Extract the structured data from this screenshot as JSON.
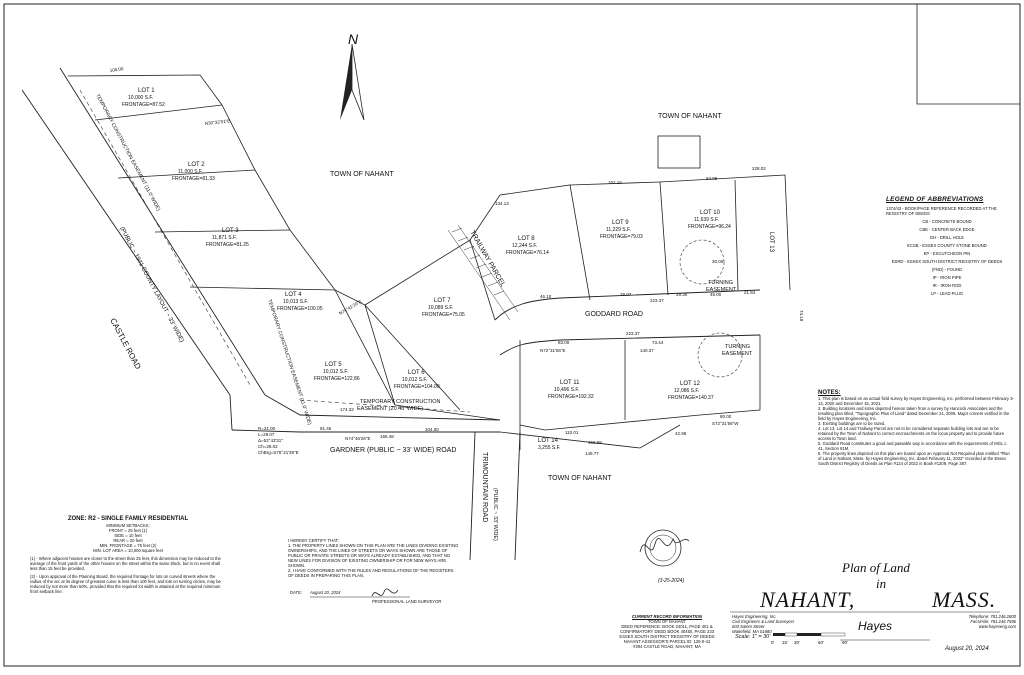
{
  "title": {
    "line1": "Plan of Land",
    "line2": "in",
    "town": "NAHANT,",
    "state": "MASS."
  },
  "date": "August 20, 2024",
  "north_label": "N",
  "town_labels": [
    "TOWN OF NAHANT",
    "TOWN OF NAHANT",
    "TOWN OF NAHANT"
  ],
  "roads": {
    "castle": [
      "CASTLE ROAD",
      "(PUBLIC ~ 1941 COUNTY LAYOUT ~ 33' WIDE)"
    ],
    "goddard": "GODDARD ROAD",
    "gardner": "GARDNER (PUBLIC ~ 33' WIDE) ROAD",
    "trimountain": [
      "TRIMOUNTAIN ROAD",
      "(PUBLIC ~ 33' WIDE)"
    ]
  },
  "lots": [
    {
      "name": "LOT 1",
      "area": "10,000 S.F.",
      "frontage": "FRONTAGE=87.52"
    },
    {
      "name": "LOT 2",
      "area": "11,000 S.F.",
      "frontage": "FRONTAGE=81.33"
    },
    {
      "name": "LOT 3",
      "area": "11,871 S.F.",
      "frontage": "FRONTAGE=81.25"
    },
    {
      "name": "LOT 4",
      "area": "10,013 S.F.",
      "frontage": "FRONTAGE=100.05"
    },
    {
      "name": "LOT 5",
      "area": "10,012 S.F.",
      "frontage": "FRONTAGE=122.86"
    },
    {
      "name": "LOT 6",
      "area": "10,012 S.F.",
      "frontage": "FRONTAGE=104.00"
    },
    {
      "name": "LOT 7",
      "area": "10,089 S.F.",
      "frontage": "FRONTAGE=75.05"
    },
    {
      "name": "LOT 8",
      "area": "12,244 S.F.",
      "frontage": "FRONTAGE=76.14"
    },
    {
      "name": "LOT 9",
      "area": "11,229 S.F.",
      "frontage": "FRONTAGE=79.03"
    },
    {
      "name": "LOT 10",
      "area": "11,639 S.F.",
      "frontage": "FRONTAGE=96.24"
    },
    {
      "name": "LOT 11",
      "area": "10,496 S.F.",
      "frontage": "FRONTAGE=192.32"
    },
    {
      "name": "LOT 12",
      "area": "12,086 S.F.",
      "frontage": "FRONTAGE=140.37"
    },
    {
      "name": "LOT 13",
      "area": "",
      "frontage": ""
    },
    {
      "name": "LOT 14",
      "area": "3,255 S.F.",
      "frontage": ""
    }
  ],
  "parcel_label": "TRAILWAY PARCEL",
  "easements": {
    "temp_castle": "TEMPORARY CONSTRUCTION EASEMENT (11.0' WIDE)",
    "temp_lot4": "TEMPORARY CONSTRUCTION EASEMENT (11.0' WIDE)",
    "temp_gardner": [
      "TEMPORARY CONSTRUCTION",
      "EASEMENT (20.48' WIDE)"
    ],
    "turning_upper": [
      "TURNING",
      "EASEMENT"
    ],
    "turning_lower": [
      "TURNING",
      "EASEMENT"
    ]
  },
  "dimensions": [
    "100.00",
    "102.10",
    "94.05",
    "228.02",
    "134.13",
    "223.37",
    "223.37",
    "79.07",
    "46.10",
    "165.48",
    "174.32",
    "104.00",
    "110.01",
    "152.99",
    "149.77",
    "80.00",
    "83.00",
    "140.37",
    "42.98",
    "73.44",
    "81.46",
    "45.00",
    "30.00",
    "21.84",
    "29.30",
    "74.18"
  ],
  "bearings": [
    "N74°46'26\"E",
    "N72°31'56\"E",
    "S72°31'56\"W",
    "N30°32'01\"E",
    "N74°41'20\"E"
  ],
  "curve_data": [
    "R=31.00",
    "L=29.07",
    "Δ=53°43'31\"",
    "Ch=28.02",
    "ChBrg=S78°21'39\"E"
  ],
  "legend": {
    "title": "LEGEND OF ABBREVIATIONS",
    "items": [
      "1374/43 - BOOK/PAGE REFERENCE RECORDED AT THE REGISTRY OF DEEDS",
      "CB - CONCRETE BOUND",
      "CBE - CENTER BACK EDGE",
      "DH - DRILL HOLE",
      "ECSB - ESSEX COUNTY STONE BOUND",
      "EP - ESCUTCHEON PIN",
      "ESRD - ESSEX SOUTH DISTRICT REGISTRY OF DEEDS",
      "(FND) - FOUND",
      "IP - IRON PIPE",
      "IR - IRON ROD",
      "LP - LEAD PLUG"
    ]
  },
  "notes": {
    "title": "NOTES:",
    "items": [
      "1. This plan is based on an actual field survey by Hayes Engineering, Inc. performed between February 3-14, 2020 and December 15, 2021.",
      "2. Building locations and sizes depicted hereon taken from a survey by Hancock Associates and the resulting plan titled, \"Topographic Plan of Land\" dated December 21, 2005. Major corners verified in the field by Hayes Engineering, Inc.",
      "3. Existing buildings are to be razed.",
      "4. Lot 13, Lot 14 and Trailway Parcel are not to be considered separate building lots and are to be retained by the Town of Nahant to correct encroachments on the locus property and to provide future access to Town land.",
      "5. Goddard Road constitutes a good and passable way in accordance with the requirements of MGL c. 41, Section 81M.",
      "6. The property lines depicted on this plan are based upon an Approval Not Required plan entitled \"Plan of Land in Nahant, Mass. by Hayes Engineering, Inc. dated February 11, 2022\" recorded at the Essex South District Registry of Deeds as Plan #124 of 2022 in Book #1309, Page 387."
    ]
  },
  "zone": {
    "title": "ZONE: R2 - SINGLE FAMILY RESIDENTIAL",
    "lines": [
      "MINIMUM SETBACKS:",
      "FRONT = 25 feet (1)",
      "SIDE = 10 feet",
      "REAR = 20 feet",
      "MIN. FRONTAGE = 75 feet (2)",
      "MIN. LOT AREA = 10,000 square feet"
    ],
    "notes": [
      "(1) - Where adjacent houses are closer to the street than 25 feet, this dimension may be reduced to the average of the front yards of the other houses on the street within the same block, but in no event shall less than 15 feet be provided.",
      "(2) - Upon approval of the Planning Board, the required frontage for lots on curved streets where the radius of the arc at its degree of greatest curve is less than 100 feet, and lots on turning circles, may be reduced by not more than 50%, provided that the required lot width is attained at the required minimum front setback line."
    ]
  },
  "certification": {
    "lines": [
      "I HEREBY CERTIFY THAT:",
      "1. THE PROPERTY LINES SHOWN ON THIS PLAN ARE THE LINES DIVIDING EXISTING OWNERSHIPS, AND THE LINES OF STREETS OR WAYS SHOWN ARE THOSE OF PUBLIC OR PRIVATE STREETS OR WAYS ALREADY ESTABLISHED, AND THAT NO NEW LINES FOR DIVISION OF EXISTING OWNERSHIP OR FOR NEW WAYS ARE SHOWN.",
      "2. I HAVE CONFORMED WITH THE RULES AND REGULATIONS OF THE REGISTERS OF DEEDS IN PREPARING THIS PLAN."
    ],
    "date_label": "DATE:",
    "date_value": "August 20, 2024",
    "signer": "PROFESSIONAL LAND SURVEYOR",
    "stamp_date": "(3-25-2024)"
  },
  "record_info": {
    "title": "CURRENT RECORD INFORMATION",
    "lines": [
      "TOWN OF NAHANT",
      "DEED REFERENCE: BOOK 24011, PAGE 401 &",
      "CONFIRMATORY DEED BOOK 40450, PAGE 233",
      "ESSEX SOUTH DISTRICT REGISTRY OF DEEDS",
      "NAHANT ASSESSOR'S PARCEL ID: 120-0-41",
      "#294 CASTLE ROAD, NAHANT, MA"
    ]
  },
  "firm": {
    "lines": [
      "Hayes Engineering, Inc.",
      "Civil Engineers & Land Surveyors",
      "603 Salem Street",
      "Wakefield, MA 01880"
    ],
    "phone": "Telephone: 781.246.2800",
    "fax": "Facsimile: 781.246.7596",
    "web": "www.hayeseng.com",
    "logo_text": "Hayes"
  },
  "scale": {
    "label": "Scale: 1\" = 30'",
    "ticks": [
      "0'",
      "15'",
      "30'",
      "60'",
      "90'"
    ]
  }
}
